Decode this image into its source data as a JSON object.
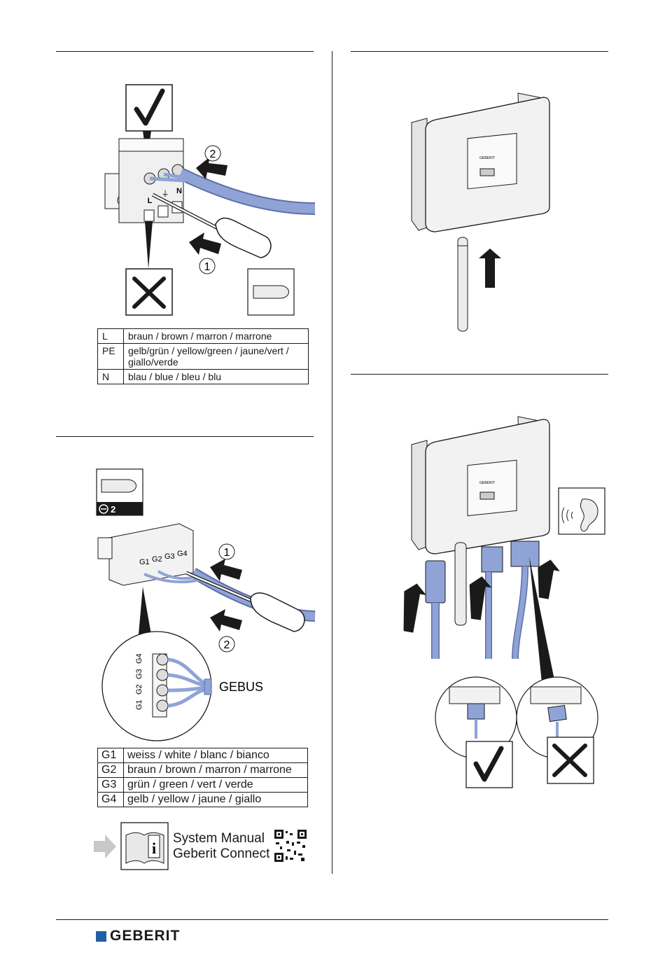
{
  "wiring_table": {
    "rows": [
      {
        "code": "L",
        "desc": "braun / brown / marron / marrone"
      },
      {
        "code": "PE",
        "desc": "gelb/grün / yellow/green / jaune/vert /",
        "desc2": "giallo/verde"
      },
      {
        "code": "N",
        "desc": "blau / blue / bleu / blu"
      }
    ]
  },
  "terminal_labels": {
    "l": "L",
    "n": "N",
    "pe": "⏚"
  },
  "callouts": {
    "step1": "1",
    "step2": "2"
  },
  "screwdriver_size": "2",
  "gebus": {
    "label": "GEBUS",
    "terminals": [
      "G1",
      "G2",
      "G3",
      "G4"
    ],
    "rows": [
      {
        "code": "G1",
        "desc": "weiss / white / blanc / bianco"
      },
      {
        "code": "G2",
        "desc": "braun / brown / marron / marrone"
      },
      {
        "code": "G3",
        "desc": "grün / green / vert / verde"
      },
      {
        "code": "G4",
        "desc": "gelb / yellow / jaune / giallo"
      }
    ]
  },
  "manual": {
    "line1": "System Manual",
    "line2": "Geberit Connect"
  },
  "device": {
    "brand": "GEBERIT"
  },
  "brand": {
    "logo_text": "GEBERIT",
    "color": "#1f5fa8"
  },
  "colors": {
    "cable": "#8fa3d6",
    "cable_dark": "#5d6ea8",
    "device": "#f2f2f2"
  }
}
